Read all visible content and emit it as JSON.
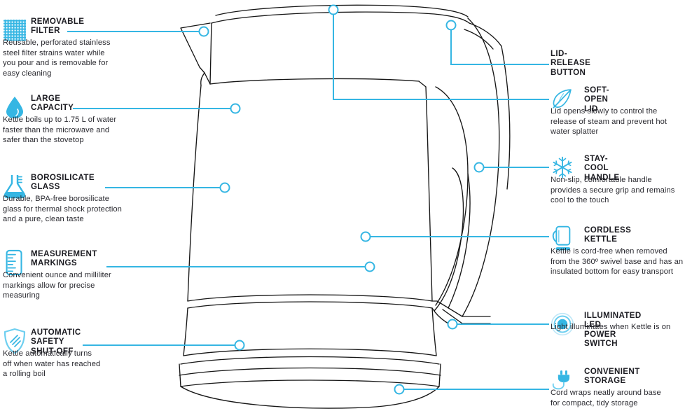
{
  "meta": {
    "accent_color": "#35b6e3",
    "accent_light": "#6ecff0",
    "ink_color": "#1b1b21",
    "body_color": "#2a2a30",
    "line_color": "#161616"
  },
  "product": {
    "illustration_name": "electric-glass-kettle-line-drawing"
  },
  "features_left": [
    {
      "id": "removable-filter",
      "icon": "mesh-filter-icon",
      "title": "REMOVABLE\nFILTER",
      "description": "Reusable, perforated stainless\nsteel filter strains water while\nyou pour and is removable for\neasy cleaning"
    },
    {
      "id": "large-capacity",
      "icon": "water-drop-icon",
      "title": "LARGE\nCAPACITY",
      "description": "Kettle boils up to 1.75 L of water\nfaster than the microwave and\nsafer than the stovetop"
    },
    {
      "id": "borosilicate-glass",
      "icon": "flask-icon",
      "title": "BOROSILICATE\nGLASS",
      "description": "Durable, BPA-free borosilicate\nglass for thermal shock protection\nand a pure, clean taste"
    },
    {
      "id": "measurement-markings",
      "icon": "ruler-icon",
      "title": "MEASUREMENT\nMARKINGS",
      "description": "Convenient ounce and milliliter\nmarkings allow for precise\nmeasuring"
    },
    {
      "id": "automatic-safety-shut-off",
      "icon": "shield-icon",
      "title": "AUTOMATIC SAFETY\nSHUT-OFF",
      "description": "Kettle automatically turns\noff when water has reached\na rolling boil"
    }
  ],
  "features_right": [
    {
      "id": "lid-release-button",
      "icon": "",
      "title": "LID-RELEASE\nBUTTON",
      "description": ""
    },
    {
      "id": "soft-open-lid",
      "icon": "feather-icon",
      "title": "SOFT-OPEN\nLID",
      "description": "Lid opens slowly to control the\nrelease of steam and prevent hot\nwater splatter"
    },
    {
      "id": "stay-cool-handle",
      "icon": "snowflake-icon",
      "title": "STAY-COOL\nHANDLE",
      "description": "Non-slip, comfortable handle\nprovides a secure grip and remains\ncool to the touch"
    },
    {
      "id": "cordless-kettle",
      "icon": "kettle-icon",
      "title": "CORDLESS\nKETTLE",
      "description": "Kettle is cord-free when removed\nfrom the 360º swivel base and has an\ninsulated bottom for easy transport"
    },
    {
      "id": "illuminated-led-power-switch",
      "icon": "led-ring-icon",
      "title": "ILLUMINATED LED\nPOWER SWITCH",
      "description": "Light illuminates when Kettle is on"
    },
    {
      "id": "convenient-storage",
      "icon": "plug-icon",
      "title": "CONVENIENT\nSTORAGE",
      "description": "Cord wraps neatly around base\nfor compact, tidy storage"
    }
  ]
}
